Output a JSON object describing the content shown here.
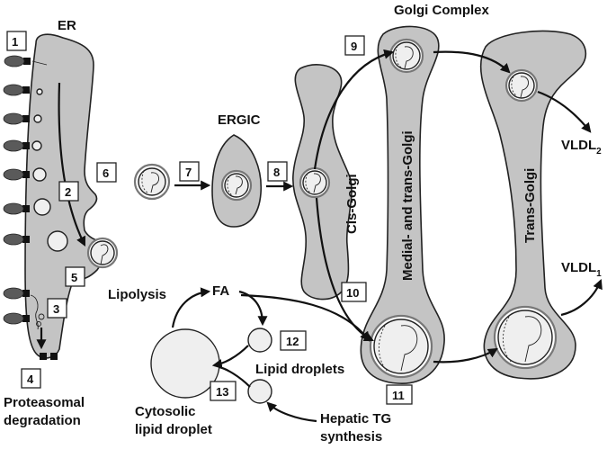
{
  "labels": {
    "er": "ER",
    "ergic": "ERGIC",
    "golgi_complex": "Golgi Complex",
    "cis_golgi": "Cis-Golgi",
    "medial_trans_golgi": "Medial- and trans-Golgi",
    "trans_golgi": "Trans-Golgi",
    "vldl2_main": "VLDL",
    "vldl2_sub": "2",
    "vldl1_main": "VLDL",
    "vldl1_sub": "1",
    "lipolysis": "Lipolysis",
    "fa": "FA",
    "lipid_droplets": "Lipid droplets",
    "proteasomal_line1": "Proteasomal",
    "proteasomal_line2": "degradation",
    "cytosolic_line1": "Cytosolic",
    "cytosolic_line2": "lipid droplet",
    "hepatic_line1": "Hepatic TG",
    "hepatic_line2": "synthesis"
  },
  "steps": [
    "1",
    "2",
    "3",
    "4",
    "5",
    "6",
    "7",
    "8",
    "9",
    "10",
    "11",
    "12",
    "13"
  ],
  "colors": {
    "organelle_fill": "#c4c4c4",
    "vesicle_fill": "#efefef",
    "outline": "#222222"
  }
}
